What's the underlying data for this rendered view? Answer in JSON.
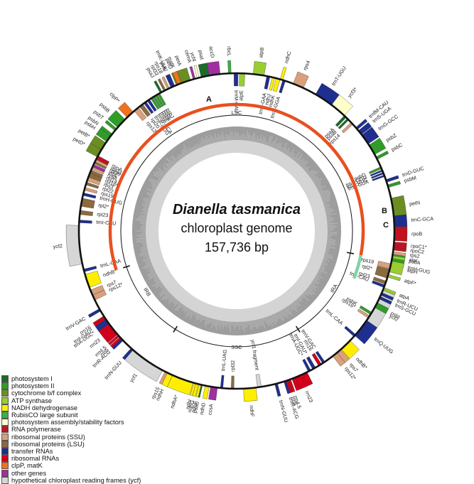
{
  "title": "Dianella tasmanica",
  "subtitle": "chloroplast genome",
  "genome_size": "157,736 bp",
  "regions": {
    "lsc": "LSC",
    "ssc": "SSC",
    "ira": "IRA",
    "irb": "IRB"
  },
  "markers": {
    "a": "A",
    "b": "B",
    "c": "C"
  },
  "colors": {
    "ps1": "#1c6b2a",
    "ps2": "#2f9d27",
    "cyt": "#6b8e23",
    "atp": "#9acd32",
    "ndh": "#ffee00",
    "rbc": "#3cb043",
    "ycf_asm": "#ffffcc",
    "rnapol": "#c1121f",
    "ssu": "#d9a07b",
    "lsu": "#8b6a3e",
    "trna": "#1f2f8f",
    "rrna": "#d0021b",
    "clp": "#f2711c",
    "other": "#a02fa0",
    "hyp": "#d6d6d6",
    "lsc_arc": "#e8501f",
    "ir_arc": "#7fd4a8"
  },
  "legend": [
    {
      "label": "photosystem I",
      "color": "#1c6b2a"
    },
    {
      "label": "photosystem II",
      "color": "#2f9d27"
    },
    {
      "label": "cytochrome b/f complex",
      "color": "#6b8e23"
    },
    {
      "label": "ATP synthase",
      "color": "#9acd32"
    },
    {
      "label": "NADH dehydrogenase",
      "color": "#ffee00"
    },
    {
      "label": "RubisCO large subunit",
      "color": "#3cb043"
    },
    {
      "label": "photosystem assembly/stability factors",
      "color": "#ffffcc"
    },
    {
      "label": "RNA polymerase",
      "color": "#c1121f"
    },
    {
      "label": "ribosomal proteins (SSU)",
      "color": "#d9a07b"
    },
    {
      "label": "ribosomal proteins (LSU)",
      "color": "#8b6a3e"
    },
    {
      "label": "transfer RNAs",
      "color": "#1f2f8f"
    },
    {
      "label": "ribosomal RNAs",
      "color": "#d0021b"
    },
    {
      "label": "clpP, matK",
      "color": "#f2711c"
    },
    {
      "label": "other genes",
      "color": "#a02fa0"
    },
    {
      "label": "hypothetical chloroplast reading frames (ycf)",
      "color": "#d6d6d6"
    }
  ],
  "genes_outer": [
    {
      "name": "psbA",
      "color": "#2f9d27"
    },
    {
      "name": "trnH-GUG",
      "color": "#1f2f8f"
    },
    {
      "name": "rps19",
      "color": "#d9a07b"
    },
    {
      "name": "rpl2*",
      "color": "#8b6a3e"
    },
    {
      "name": "rpl23",
      "color": "#8b6a3e"
    },
    {
      "name": "trnI-CAU",
      "color": "#1f2f8f"
    },
    {
      "name": "ycf2",
      "color": "#d6d6d6"
    },
    {
      "name": "trnL-CAA",
      "color": "#1f2f8f"
    },
    {
      "name": "ndhB*",
      "color": "#ffee00"
    },
    {
      "name": "rps7",
      "color": "#d9a07b"
    },
    {
      "name": "rps12*",
      "color": "#d9a07b"
    },
    {
      "name": "trnV-GAC",
      "color": "#1f2f8f"
    },
    {
      "name": "rrn16",
      "color": "#d0021b"
    },
    {
      "name": "trnI-GAU*",
      "color": "#1f2f8f"
    },
    {
      "name": "trnA-UGC*",
      "color": "#1f2f8f"
    },
    {
      "name": "rrn23",
      "color": "#d0021b"
    },
    {
      "name": "rrn4.5",
      "color": "#d0021b"
    },
    {
      "name": "rrn5",
      "color": "#d0021b"
    },
    {
      "name": "trnR-ACG",
      "color": "#1f2f8f"
    },
    {
      "name": "trnN-GUU",
      "color": "#1f2f8f"
    },
    {
      "name": "ycf1 fragment",
      "color": "#d6d6d6"
    },
    {
      "name": "ndhF",
      "color": "#ffee00"
    },
    {
      "name": "rpl32",
      "color": "#8b6a3e"
    },
    {
      "name": "trnL-UAG",
      "color": "#1f2f8f"
    },
    {
      "name": "ccsA",
      "color": "#a02fa0"
    },
    {
      "name": "ndhD",
      "color": "#ffee00"
    },
    {
      "name": "psaC",
      "color": "#1c6b2a"
    },
    {
      "name": "ndhE",
      "color": "#ffee00"
    },
    {
      "name": "ndhG",
      "color": "#ffee00"
    },
    {
      "name": "ndhI",
      "color": "#ffee00"
    },
    {
      "name": "ndhA*",
      "color": "#ffee00"
    },
    {
      "name": "ndhH",
      "color": "#ffee00"
    },
    {
      "name": "rps15",
      "color": "#d9a07b"
    },
    {
      "name": "ycf1",
      "color": "#d6d6d6"
    },
    {
      "name": "trnN-GUU",
      "color": "#1f2f8f"
    },
    {
      "name": "trnR-ACG",
      "color": "#1f2f8f"
    },
    {
      "name": "rrn5",
      "color": "#d0021b"
    },
    {
      "name": "rrn4.5",
      "color": "#d0021b"
    },
    {
      "name": "rrn23",
      "color": "#d0021b"
    },
    {
      "name": "trnA-UGC*",
      "color": "#1f2f8f"
    },
    {
      "name": "trnI-GAU*",
      "color": "#1f2f8f"
    },
    {
      "name": "rrn16",
      "color": "#d0021b"
    },
    {
      "name": "trnV-GAC",
      "color": "#1f2f8f"
    },
    {
      "name": "rps12*",
      "color": "#d9a07b"
    },
    {
      "name": "rps7",
      "color": "#d9a07b"
    },
    {
      "name": "ndhB*",
      "color": "#ffee00"
    },
    {
      "name": "trnL-CAA",
      "color": "#1f2f8f"
    },
    {
      "name": "ycf2",
      "color": "#d6d6d6"
    },
    {
      "name": "trnI-CAU",
      "color": "#1f2f8f"
    },
    {
      "name": "rpl23",
      "color": "#8b6a3e"
    },
    {
      "name": "rpl2*",
      "color": "#8b6a3e"
    },
    {
      "name": "trnH-GUG",
      "color": "#1f2f8f"
    },
    {
      "name": "rps19",
      "color": "#d9a07b"
    },
    {
      "name": "rpl22",
      "color": "#8b6a3e"
    },
    {
      "name": "rps3",
      "color": "#d9a07b"
    },
    {
      "name": "rpl16*",
      "color": "#8b6a3e"
    },
    {
      "name": "rpl14",
      "color": "#8b6a3e"
    },
    {
      "name": "rps8",
      "color": "#d9a07b"
    },
    {
      "name": "infA",
      "color": "#a02fa0"
    },
    {
      "name": "rpl36",
      "color": "#8b6a3e"
    },
    {
      "name": "rps11",
      "color": "#d9a07b"
    },
    {
      "name": "rpoA",
      "color": "#c1121f"
    },
    {
      "name": "petD*",
      "color": "#6b8e23"
    },
    {
      "name": "petB*",
      "color": "#6b8e23"
    },
    {
      "name": "psbH",
      "color": "#2f9d27"
    },
    {
      "name": "psbN",
      "color": "#2f9d27"
    },
    {
      "name": "psbT",
      "color": "#2f9d27"
    },
    {
      "name": "psbB",
      "color": "#2f9d27"
    },
    {
      "name": "clpP*",
      "color": "#f2711c"
    },
    {
      "name": "rps12*",
      "color": "#d9a07b"
    },
    {
      "name": "rpl20",
      "color": "#8b6a3e"
    },
    {
      "name": "trnP-UGG",
      "color": "#1f2f8f"
    },
    {
      "name": "trnW-CCA",
      "color": "#1f2f8f"
    },
    {
      "name": "psbE",
      "color": "#2f9d27"
    },
    {
      "name": "psbF",
      "color": "#2f9d27"
    },
    {
      "name": "psbL",
      "color": "#2f9d27"
    },
    {
      "name": "psbJ",
      "color": "#2f9d27"
    },
    {
      "name": "psaJ",
      "color": "#1c6b2a"
    },
    {
      "name": "rpl33",
      "color": "#8b6a3e"
    },
    {
      "name": "rps18",
      "color": "#d9a07b"
    },
    {
      "name": "petL",
      "color": "#6b8e23"
    },
    {
      "name": "petG",
      "color": "#6b8e23"
    },
    {
      "name": "petA",
      "color": "#6b8e23"
    },
    {
      "name": "cemA",
      "color": "#a02fa0"
    },
    {
      "name": "ycf4",
      "color": "#ffffcc"
    },
    {
      "name": "psaI",
      "color": "#1c6b2a"
    },
    {
      "name": "accD",
      "color": "#a02fa0"
    },
    {
      "name": "rbcL",
      "color": "#3cb043"
    },
    {
      "name": "trnM-CAU",
      "color": "#1f2f8f"
    },
    {
      "name": "atpE",
      "color": "#9acd32"
    },
    {
      "name": "atpB",
      "color": "#9acd32"
    },
    {
      "name": "trnF-GAA",
      "color": "#1f2f8f"
    },
    {
      "name": "ndhJ",
      "color": "#ffee00"
    },
    {
      "name": "ndhK",
      "color": "#ffee00"
    },
    {
      "name": "ndhC",
      "color": "#ffee00"
    },
    {
      "name": "trnS-GGA",
      "color": "#1f2f8f"
    },
    {
      "name": "rps4",
      "color": "#d9a07b"
    },
    {
      "name": "trnT-UGU",
      "color": "#1f2f8f"
    },
    {
      "name": "ycf3*",
      "color": "#ffffcc"
    },
    {
      "name": "psaA",
      "color": "#1c6b2a"
    },
    {
      "name": "psaB",
      "color": "#1c6b2a"
    },
    {
      "name": "rps14",
      "color": "#d9a07b"
    },
    {
      "name": "trnfM-CAU",
      "color": "#1f2f8f"
    },
    {
      "name": "trnS-UGA",
      "color": "#1f2f8f"
    },
    {
      "name": "trnG-GCC",
      "color": "#1f2f8f"
    },
    {
      "name": "psbZ",
      "color": "#2f9d27"
    },
    {
      "name": "psbC",
      "color": "#2f9d27"
    },
    {
      "name": "psbD",
      "color": "#2f9d27"
    },
    {
      "name": "trnT-GGU",
      "color": "#1f2f8f"
    },
    {
      "name": "trnE-UUC",
      "color": "#1f2f8f"
    },
    {
      "name": "trnY-GUA",
      "color": "#1f2f8f"
    },
    {
      "name": "trnD-GUC",
      "color": "#1f2f8f"
    },
    {
      "name": "psbM",
      "color": "#2f9d27"
    },
    {
      "name": "petN",
      "color": "#6b8e23"
    },
    {
      "name": "trnC-GCA",
      "color": "#1f2f8f"
    },
    {
      "name": "rpoB",
      "color": "#c1121f"
    },
    {
      "name": "rpoC1*",
      "color": "#c1121f"
    },
    {
      "name": "rpoC2",
      "color": "#c1121f"
    },
    {
      "name": "rps2",
      "color": "#d9a07b"
    },
    {
      "name": "atpI",
      "color": "#9acd32"
    },
    {
      "name": "atpH",
      "color": "#9acd32"
    },
    {
      "name": "atpF*",
      "color": "#9acd32"
    },
    {
      "name": "atpA",
      "color": "#9acd32"
    },
    {
      "name": "trnR-UCU",
      "color": "#1f2f8f"
    },
    {
      "name": "trnS-GCU",
      "color": "#1f2f8f"
    },
    {
      "name": "psbI",
      "color": "#2f9d27"
    },
    {
      "name": "psbK",
      "color": "#2f9d27"
    },
    {
      "name": "rps16*",
      "color": "#d9a07b"
    },
    {
      "name": "trnQ-UUG",
      "color": "#1f2f8f"
    },
    {
      "name": "trnK-UUU",
      "color": "#1f2f8f"
    },
    {
      "name": "matK",
      "color": "#f2711c"
    }
  ]
}
